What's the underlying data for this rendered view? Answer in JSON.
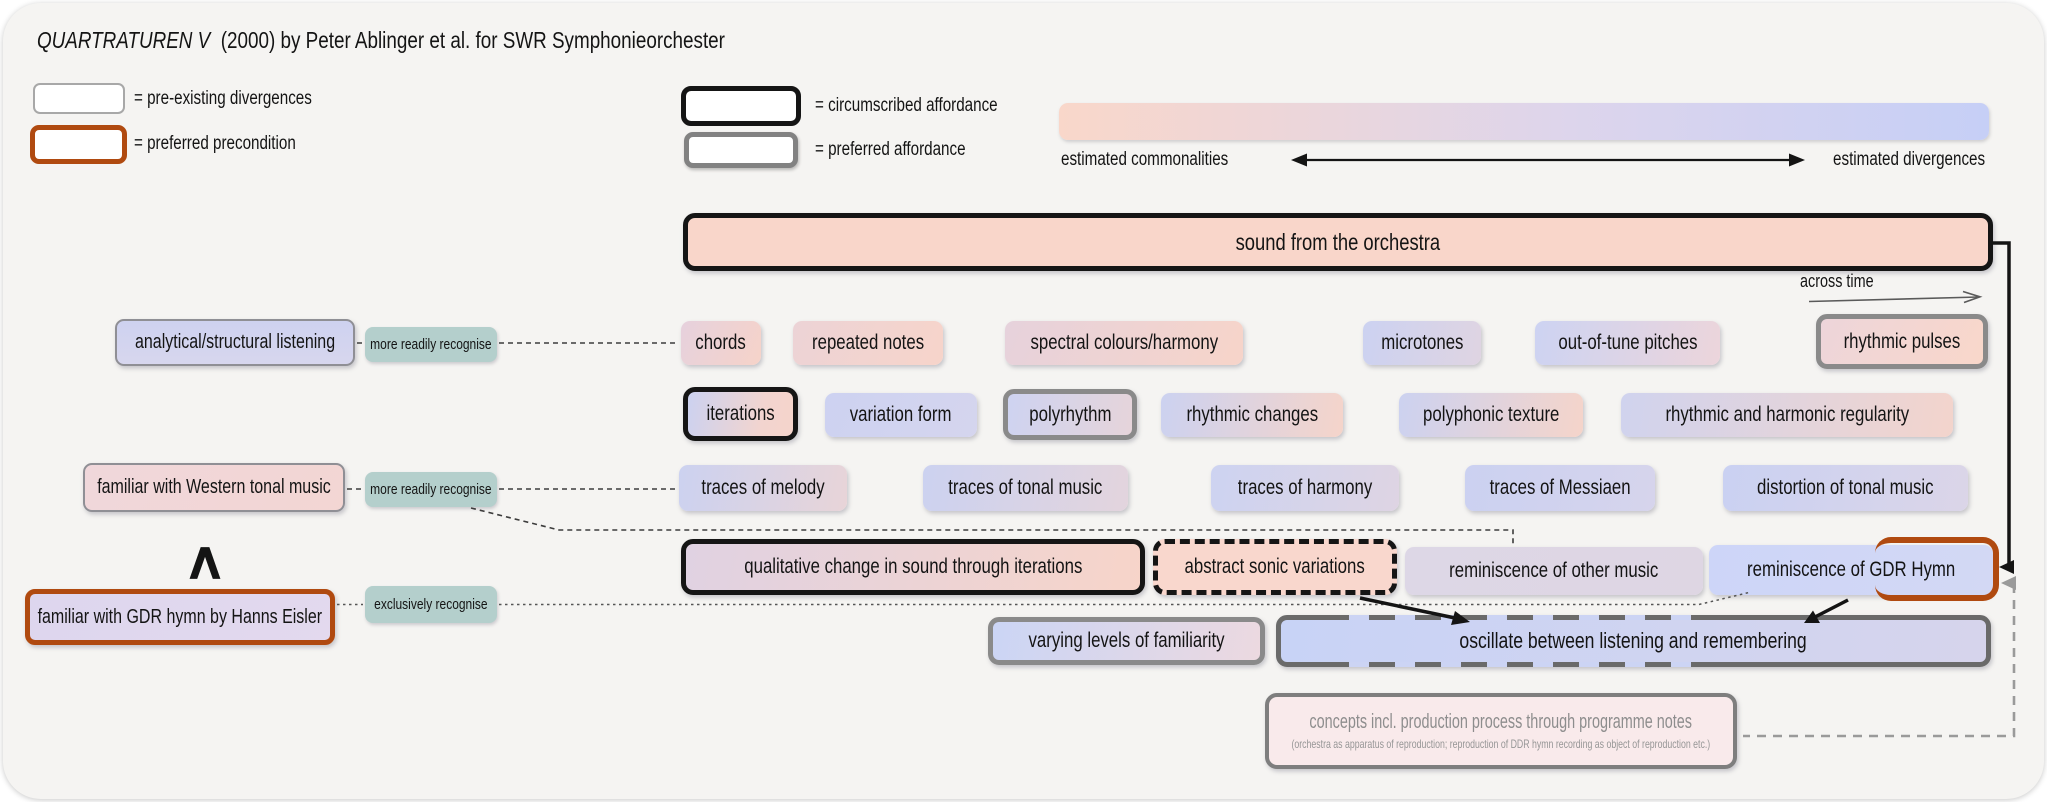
{
  "title": {
    "work_italic": "QUARTRATUREN V",
    "suffix": "  (2000) by Peter Ablinger et al. for SWR Symphonieorchester"
  },
  "legend": {
    "pre_existing_divergences": "= pre-existing divergences",
    "preferred_precondition": "= preferred precondition",
    "circumscribed_affordance": "= circumscribed affordance",
    "preferred_affordance": "= preferred affordance"
  },
  "spectrum": {
    "left_label": "estimated commonalities",
    "right_label": "estimated divergences"
  },
  "annotations": {
    "across_time": "across time",
    "conjunction_caret": "∧"
  },
  "source": {
    "label": "sound from the orchestra"
  },
  "preconditions": {
    "analytical": "analytical/structural listening",
    "western_tonal": "familiar with Western tonal music",
    "gdr_hymn": "familiar with GDR hymn by Hanns Eisler"
  },
  "relations": {
    "more_readily_1": "more readily recognise",
    "more_readily_2": "more readily recognise",
    "exclusively": "exclusively recognise"
  },
  "affordances": {
    "row1": [
      "chords",
      "repeated notes",
      "spectral colours/harmony",
      "microtones",
      "out-of-tune pitches",
      "rhythmic pulses"
    ],
    "row2": [
      "iterations",
      "variation form",
      "polyrhythm",
      "rhythmic changes",
      "polyphonic texture",
      "rhythmic and harmonic regularity"
    ],
    "row3": [
      "traces of melody",
      "traces of tonal music",
      "traces of harmony",
      "traces of Messiaen",
      "distortion of tonal music"
    ],
    "row4": [
      "qualitative change in sound through iterations",
      "abstract sonic variations",
      "reminiscence of other music",
      "reminiscence of GDR Hymn"
    ],
    "row5": [
      "varying levels of familiarity",
      "oscillate between listening and remembering"
    ]
  },
  "concepts": {
    "main": "concepts incl. production process through programme notes",
    "sub": "(orchestra as apparatus of reproduction; reproduction of DDR hymn recording as object of reproduction etc.)"
  },
  "colors": {
    "page_background": "#f5f4f2",
    "commonality_pink": "#f9d6ca",
    "divergence_periwinkle": "#c6cff6",
    "relation_teal": "#b4cfcc",
    "precondition_orange": "#b04a10",
    "affordance_black": "#151515",
    "affordance_gray": "#8a8a8a"
  }
}
